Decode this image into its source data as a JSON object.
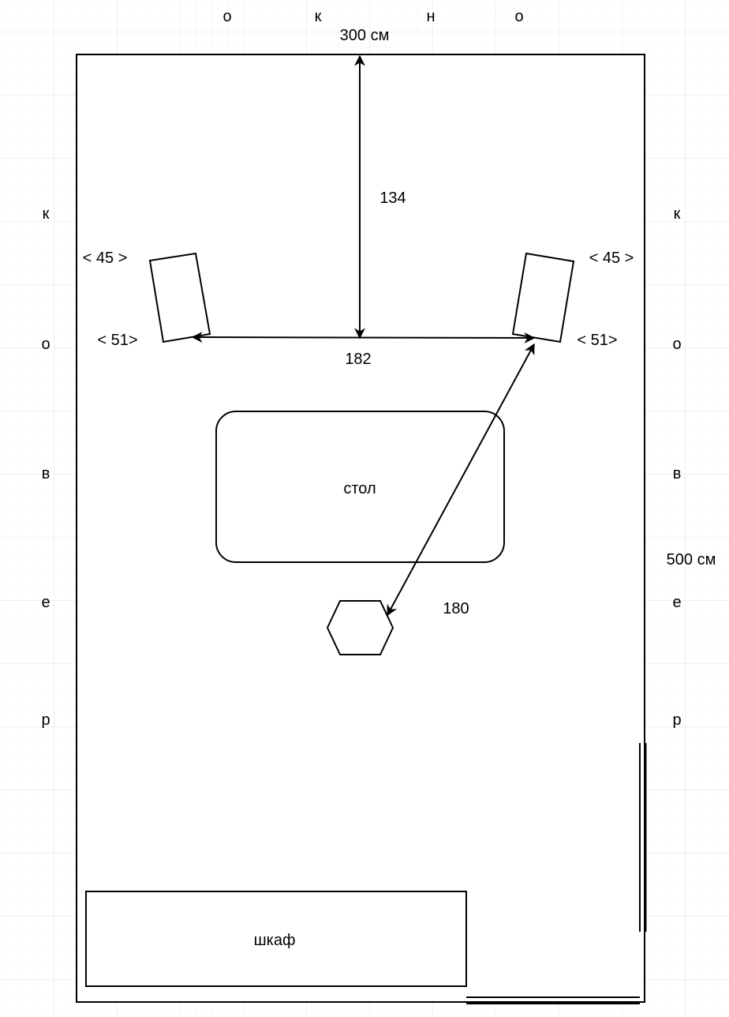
{
  "window_label": {
    "letters": [
      "о",
      "к",
      "н",
      "о"
    ]
  },
  "carpet_left": {
    "letters": [
      "к",
      "о",
      "в",
      "е",
      "р"
    ]
  },
  "carpet_right": {
    "letters": [
      "к",
      "о",
      "в",
      "е",
      "р"
    ]
  },
  "dimensions": {
    "width": "300 см",
    "height": "500 см",
    "speaker_to_back": "134",
    "speaker_spacing": "182",
    "listener_distance": "180"
  },
  "speakers": {
    "left_angle_top": "< 45 >",
    "left_angle_bottom": "< 51>",
    "right_angle_top": "< 45 >",
    "right_angle_bottom": "< 51>"
  },
  "furniture": {
    "table": "стол",
    "wardrobe": "шкаф"
  },
  "colors": {
    "stroke": "#000000",
    "grid_minor": "#f3f3f3",
    "grid_major": "#e0e0e0"
  }
}
